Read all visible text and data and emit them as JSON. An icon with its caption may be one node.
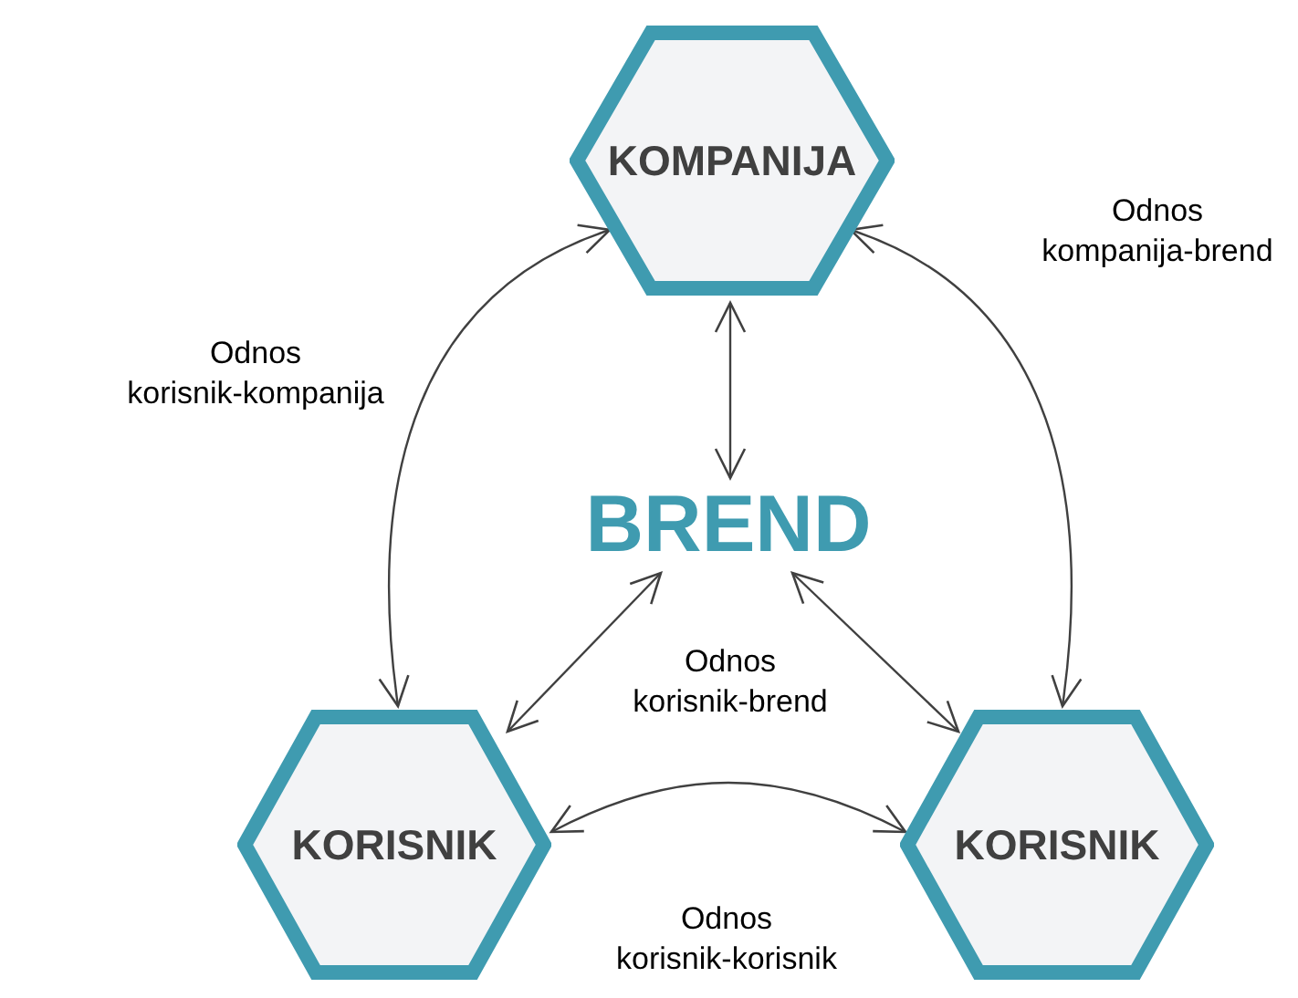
{
  "diagram": {
    "nodes": [
      {
        "text": [
          "KOMPANIJA"
        ]
      },
      {
        "text": [
          "BREND"
        ]
      },
      {
        "text": [
          "KORISNIK"
        ]
      },
      {
        "text": [
          "KORISNIK"
        ]
      }
    ],
    "edges": [
      {
        "from": 0,
        "to": 1,
        "arrow": "both"
      },
      {
        "from": 2,
        "to": 0,
        "arrow": "both",
        "label": "Odnos korisnik-kompanija"
      },
      {
        "from": 0,
        "to": 3,
        "arrow": "both",
        "label": "Odnos kompanija-brend"
      },
      {
        "from": 2,
        "to": 1,
        "arrow": "both"
      },
      {
        "from": 3,
        "to": 1,
        "arrow": "both"
      },
      {
        "from": 2,
        "to": 3,
        "arrow": "both",
        "label": "Odnos korisnik-korisnik"
      }
    ],
    "labels": [
      "Odnos korisnik-brend"
    ]
  }
}
